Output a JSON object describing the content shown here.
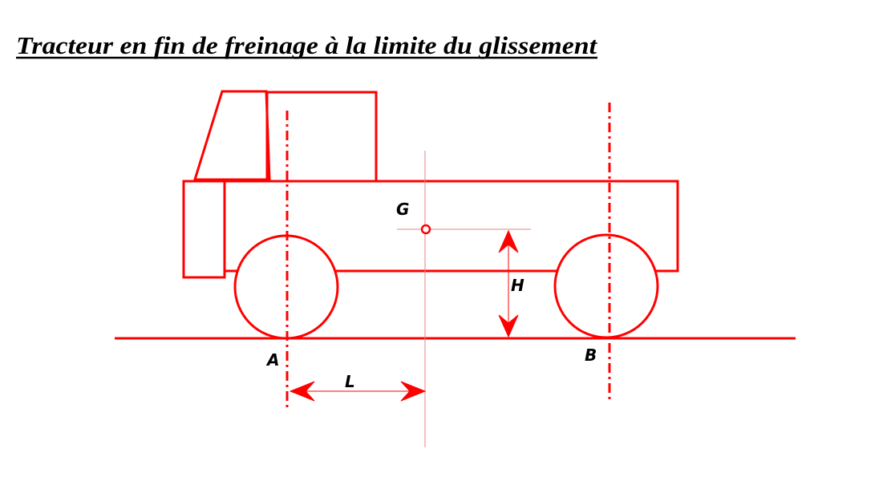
{
  "title": "Tracteur en fin de freinage à la limite du glissement",
  "labels": {
    "g": "G",
    "h": "H",
    "a": "A",
    "b": "B",
    "l": "L"
  },
  "colors": {
    "line": "#ff0000",
    "thin": "#e88080",
    "text": "#000000"
  }
}
